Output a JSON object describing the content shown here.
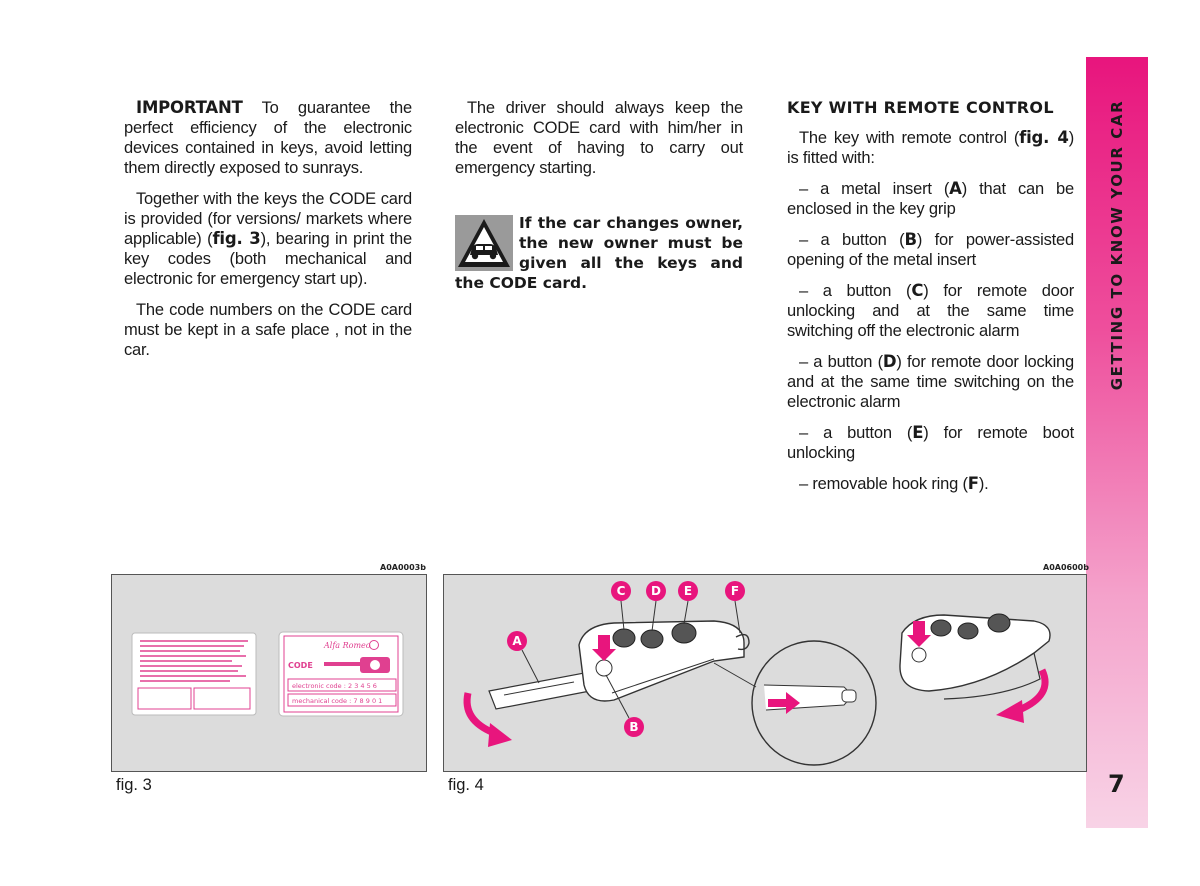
{
  "col1": {
    "p1_lead": "IMPORTANT",
    "p1_text": " To guarantee the perfect efficiency of the electronic devices contained in keys, avoid letting them directly exposed to sunrays.",
    "p2_a": "Together with the keys the CODE card is provided (for versions/ markets where applicable) (",
    "p2_fig": "fig. 3",
    "p2_b": "), bearing in print the key codes (both mechanical and electronic for emergency start up).",
    "p3": "The code numbers on the CODE card must be kept in a safe place , not in the car."
  },
  "col2": {
    "p1": "The driver should always keep the electronic CODE card with him/her in the event of having to carry out emergency starting.",
    "warning": "If the car changes owner, the new owner must be given all the keys and the CODE card."
  },
  "col3": {
    "heading": "KEY WITH REMOTE CONTROL",
    "intro_a": "The key with remote control (",
    "intro_fig": "fig. 4",
    "intro_b": ") is fitted with:",
    "items": [
      {
        "pre": "– a metal insert (",
        "letter": "A",
        "post": ") that can be enclosed in the key grip"
      },
      {
        "pre": "– a button (",
        "letter": "B",
        "post": ") for power-assisted opening of the metal insert"
      },
      {
        "pre": "– a button (",
        "letter": "C",
        "post": ") for remote door unlocking and at the same time switching off the electronic alarm"
      },
      {
        "pre": "– a button (",
        "letter": "D",
        "post": ") for remote door locking and at the same time switching on the electronic alarm"
      },
      {
        "pre": "– a button (",
        "letter": "E",
        "post": ") for remote boot unlocking"
      },
      {
        "pre": "– removable hook ring (",
        "letter": "F",
        "post": ")."
      }
    ]
  },
  "sidebar": {
    "title": "GETTING TO KNOW YOUR CAR",
    "page_number": "7"
  },
  "fig3": {
    "code": "A0A0003b",
    "caption": "fig. 3",
    "brand": "Alfa Romeo",
    "card_code": "CODE",
    "electronic_code": "electronic code : 2 3 4 5 6",
    "mechanical_code": "mechanical code : 7 8 9 0 1"
  },
  "fig4": {
    "code": "A0A0600b",
    "caption": "fig. 4",
    "labels": [
      "C",
      "D",
      "E",
      "F",
      "A",
      "B"
    ]
  },
  "colors": {
    "accent": "#e8157d",
    "figure_bg": "#dcdcdc"
  }
}
